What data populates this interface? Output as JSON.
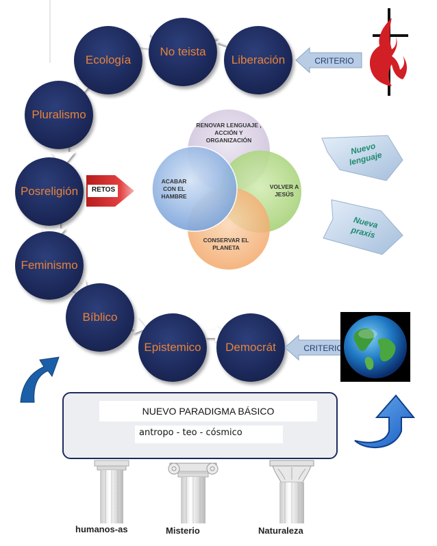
{
  "circles": {
    "no_teista": "No teista",
    "ecologia": "Ecología",
    "liberacion": "Liberación",
    "pluralismo": "Pluralismo",
    "posreligion": "Posreligión",
    "feminismo": "Feminismo",
    "biblico": "Bíblico",
    "epistemico": "Epistemico",
    "democrat": "Democrát"
  },
  "criterio_top": "CRITERIO",
  "criterio_bottom": "CRITERIO",
  "retos": "RETOS",
  "venn": {
    "top": "RENOVAR LENGUAJE , ACCIÓN Y ORGANIZACIÓN",
    "left": "ACABAR CON EL HAMBRE",
    "right": "VOLVER A JESÚS",
    "bottom": "CONSERVAR EL PLANETA"
  },
  "side_arrows": {
    "nuevo_lenguaje": "Nuevo lenguaje",
    "nueva_praxis": "Nueva praxis"
  },
  "paradigm": {
    "title": "NUEVO PARADIGMA BÁSICO",
    "subtitle": "antropo - teo - cósmico"
  },
  "pillars": {
    "left": "humanos-as",
    "middle": "Misterio",
    "right": "Naturaleza"
  },
  "colors": {
    "circle_fill": "#1d2a5c",
    "circle_text": "#e8833a",
    "arrow_blue": "#b8cce4",
    "venn_top": "#d9cfe3",
    "venn_left": "#8eb4e3",
    "venn_right": "#b5dc8a",
    "venn_bottom": "#f6b27a",
    "retos_red": "#c0221b"
  }
}
